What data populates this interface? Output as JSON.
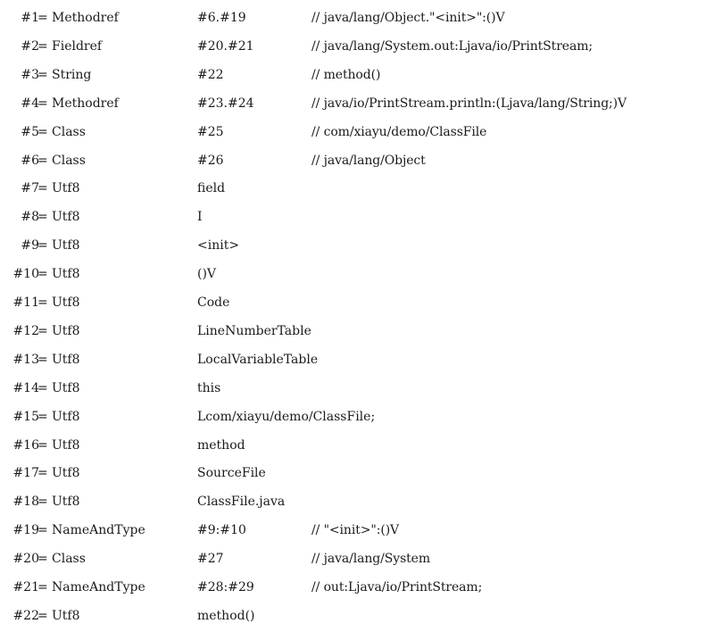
{
  "constant_pool": [
    {
      "index": "#1",
      "type": "Methodref",
      "ref": "#6.#19",
      "comment": "// java/lang/Object.\"<init>\":()V"
    },
    {
      "index": "#2",
      "type": "Fieldref",
      "ref": "#20.#21",
      "comment": "// java/lang/System.out:Ljava/io/PrintStream;"
    },
    {
      "index": "#3",
      "type": "String",
      "ref": "#22",
      "comment": "// method()"
    },
    {
      "index": "#4",
      "type": "Methodref",
      "ref": "#23.#24",
      "comment": "// java/io/PrintStream.println:(Ljava/lang/String;)V"
    },
    {
      "index": "#5",
      "type": "Class",
      "ref": "#25",
      "comment": "// com/xiayu/demo/ClassFile"
    },
    {
      "index": "#6",
      "type": "Class",
      "ref": "#26",
      "comment": "// java/lang/Object"
    },
    {
      "index": "#7",
      "type": "Utf8",
      "ref": "field",
      "comment": ""
    },
    {
      "index": "#8",
      "type": "Utf8",
      "ref": "I",
      "comment": ""
    },
    {
      "index": "#9",
      "type": "Utf8",
      "ref": "<init>",
      "comment": ""
    },
    {
      "index": "#10",
      "type": "Utf8",
      "ref": "()V",
      "comment": ""
    },
    {
      "index": "#11",
      "type": "Utf8",
      "ref": "Code",
      "comment": ""
    },
    {
      "index": "#12",
      "type": "Utf8",
      "ref": "LineNumberTable",
      "comment": ""
    },
    {
      "index": "#13",
      "type": "Utf8",
      "ref": "LocalVariableTable",
      "comment": ""
    },
    {
      "index": "#14",
      "type": "Utf8",
      "ref": "this",
      "comment": ""
    },
    {
      "index": "#15",
      "type": "Utf8",
      "ref": "Lcom/xiayu/demo/ClassFile;",
      "comment": ""
    },
    {
      "index": "#16",
      "type": "Utf8",
      "ref": "method",
      "comment": ""
    },
    {
      "index": "#17",
      "type": "Utf8",
      "ref": "SourceFile",
      "comment": ""
    },
    {
      "index": "#18",
      "type": "Utf8",
      "ref": "ClassFile.java",
      "comment": ""
    },
    {
      "index": "#19",
      "type": "NameAndType",
      "ref": "#9:#10",
      "comment": "// \"<init>\":()V"
    },
    {
      "index": "#20",
      "type": "Class",
      "ref": "#27",
      "comment": "// java/lang/System"
    },
    {
      "index": "#21",
      "type": "NameAndType",
      "ref": "#28:#29",
      "comment": "// out:Ljava/io/PrintStream;"
    },
    {
      "index": "#22",
      "type": "Utf8",
      "ref": "method()",
      "comment": ""
    }
  ],
  "separator": "="
}
